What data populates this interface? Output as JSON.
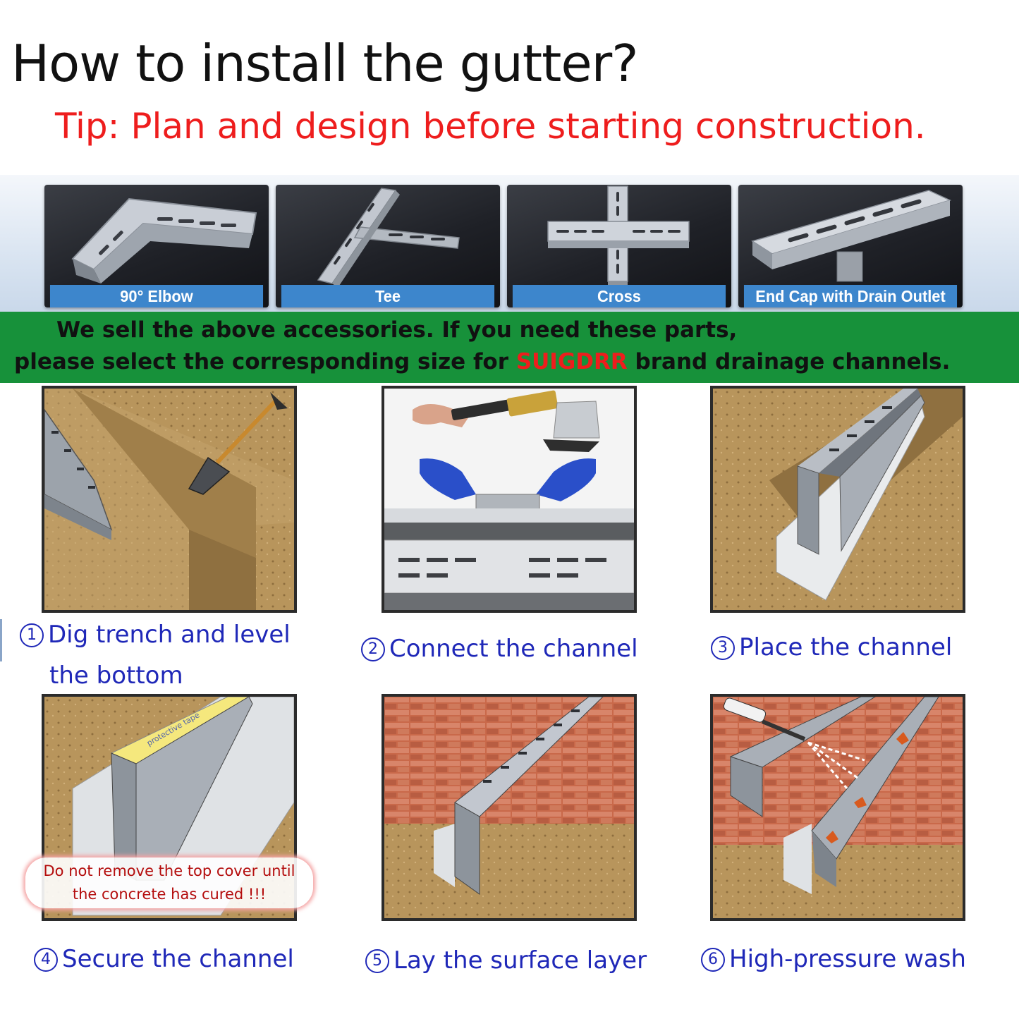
{
  "title": "How to install the gutter?",
  "tip": "Tip: Plan and design before starting construction.",
  "accessories": [
    {
      "label": "90° Elbow",
      "icon": "elbow-channel-icon"
    },
    {
      "label": "Tee",
      "icon": "tee-channel-icon"
    },
    {
      "label": "Cross",
      "icon": "cross-channel-icon"
    },
    {
      "label": "End Cap with Drain Outlet",
      "icon": "end-cap-drain-icon"
    }
  ],
  "notice": {
    "line1": "We sell the above accessories. If you need these parts,",
    "line2_before": "please select the corresponding size for ",
    "brand": "SUIGDRR",
    "line2_after": " brand drainage channels."
  },
  "steps": [
    {
      "num": "1",
      "text": "Dig trench and level",
      "text2": "the bottom"
    },
    {
      "num": "2",
      "text": "Connect the channel"
    },
    {
      "num": "3",
      "text": "Place the channel"
    },
    {
      "num": "4",
      "text": "Secure the channel",
      "tape_label": "protective tape"
    },
    {
      "num": "5",
      "text": "Lay the surface layer"
    },
    {
      "num": "6",
      "text": "High-pressure wash"
    }
  ],
  "warning": {
    "line1": "Do not remove the top cover until",
    "line2": "the concrete has cured !!!"
  },
  "colors": {
    "tip": "#ee1d1d",
    "accent_blue": "#3d86cc",
    "band_green": "#17913a",
    "step_text": "#1f28b8",
    "brand": "#ee1d1d"
  }
}
